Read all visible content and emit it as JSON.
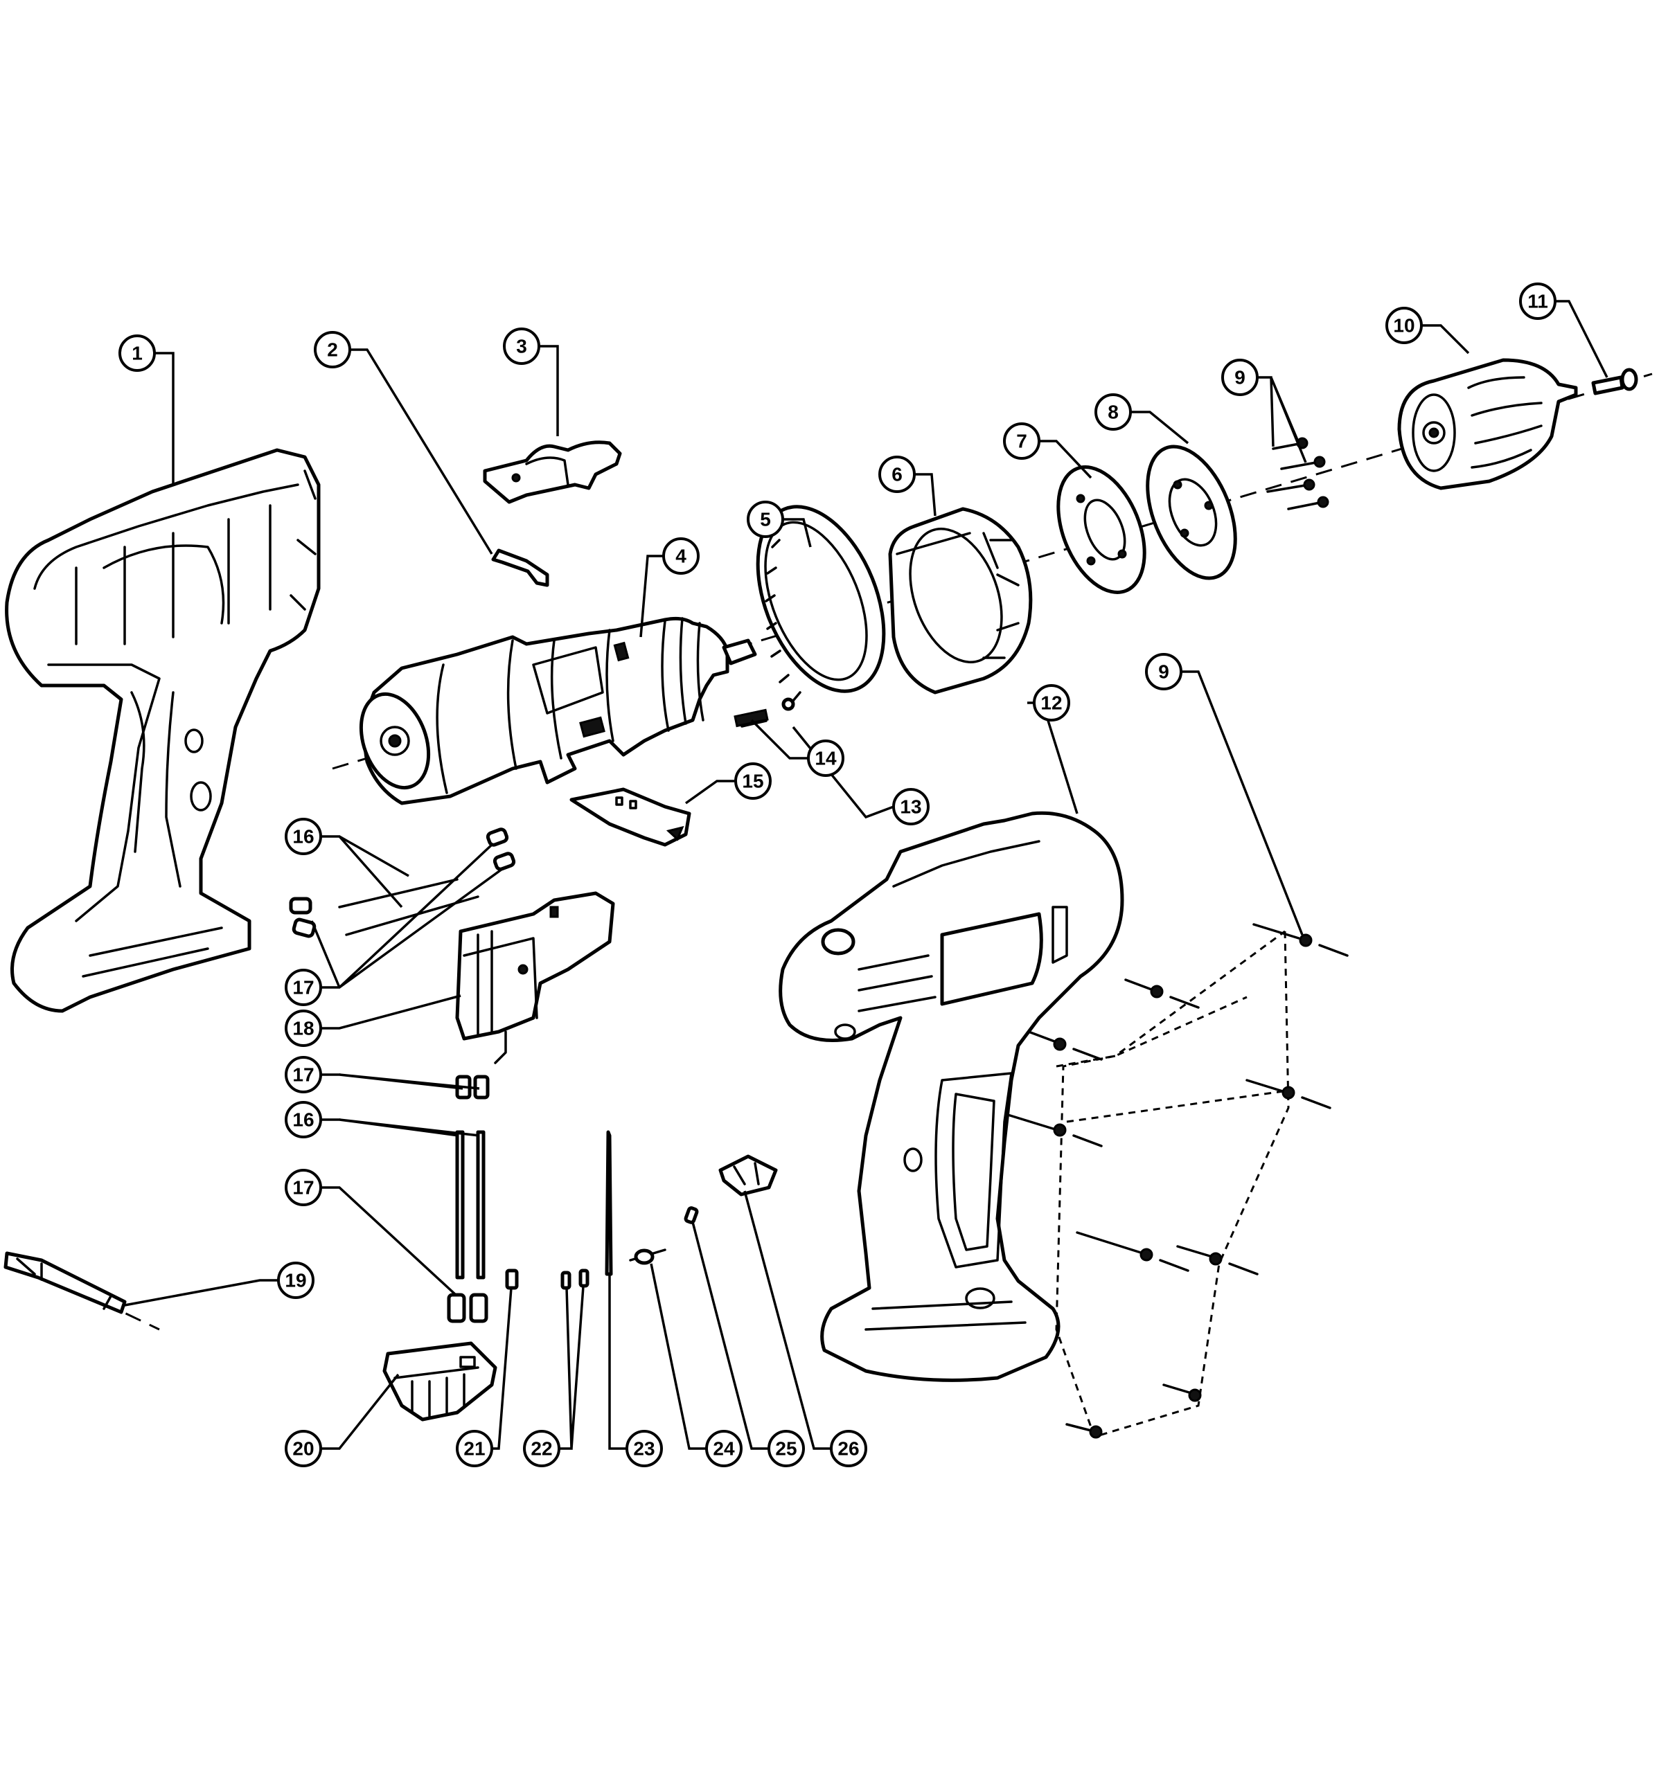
{
  "diagram": {
    "type": "exploded-parts-view",
    "callouts": [
      {
        "id": "c1",
        "label": "1"
      },
      {
        "id": "c2",
        "label": "2"
      },
      {
        "id": "c3",
        "label": "3"
      },
      {
        "id": "c4",
        "label": "4"
      },
      {
        "id": "c5",
        "label": "5"
      },
      {
        "id": "c6",
        "label": "6"
      },
      {
        "id": "c7",
        "label": "7"
      },
      {
        "id": "c8",
        "label": "8"
      },
      {
        "id": "c9a",
        "label": "9"
      },
      {
        "id": "c9b",
        "label": "9"
      },
      {
        "id": "c10",
        "label": "10"
      },
      {
        "id": "c11",
        "label": "11"
      },
      {
        "id": "c12",
        "label": "12"
      },
      {
        "id": "c13",
        "label": "13"
      },
      {
        "id": "c14",
        "label": "14"
      },
      {
        "id": "c15",
        "label": "15"
      },
      {
        "id": "c16a",
        "label": "16"
      },
      {
        "id": "c16b",
        "label": "16"
      },
      {
        "id": "c17a",
        "label": "17"
      },
      {
        "id": "c17b",
        "label": "17"
      },
      {
        "id": "c17c",
        "label": "17"
      },
      {
        "id": "c18",
        "label": "18"
      },
      {
        "id": "c19",
        "label": "19"
      },
      {
        "id": "c20",
        "label": "20"
      },
      {
        "id": "c21",
        "label": "21"
      },
      {
        "id": "c22",
        "label": "22"
      },
      {
        "id": "c23",
        "label": "23"
      },
      {
        "id": "c24",
        "label": "24"
      },
      {
        "id": "c25",
        "label": "25"
      },
      {
        "id": "c26",
        "label": "26"
      }
    ]
  }
}
